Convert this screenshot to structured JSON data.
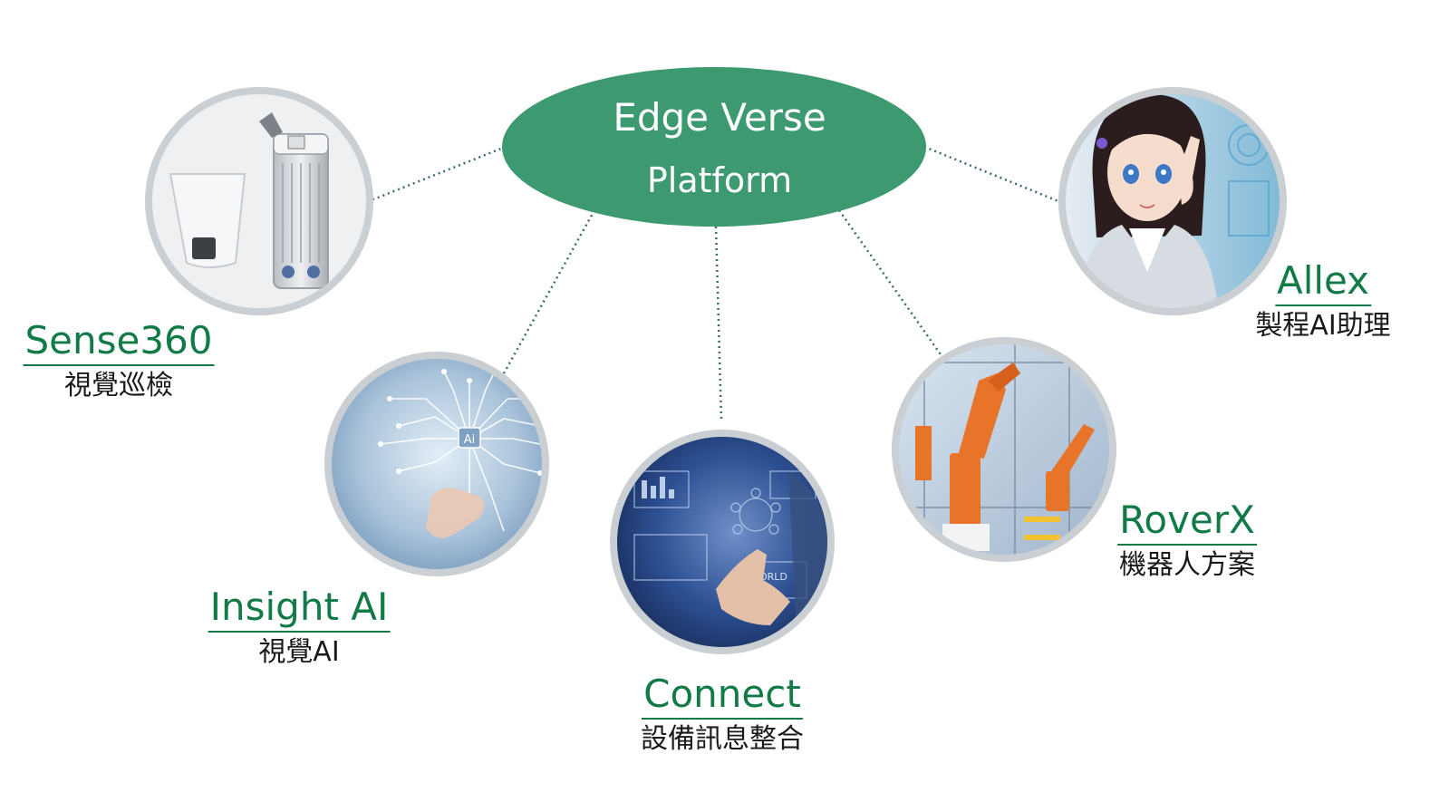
{
  "hub": {
    "title": "Edge Verse",
    "subtitle": "Platform"
  },
  "nodes": [
    {
      "id": "sense360",
      "name": "Sense360",
      "subtitle": "視覺巡檢",
      "icon": "camera-device-image"
    },
    {
      "id": "insight-ai",
      "name": "Insight AI",
      "subtitle": "視覺AI",
      "icon": "ai-circuit-image"
    },
    {
      "id": "connect",
      "name": "Connect",
      "subtitle": "設備訊息整合",
      "icon": "data-network-image"
    },
    {
      "id": "roverx",
      "name": "RoverX",
      "subtitle": "機器人方案",
      "icon": "robot-arm-image"
    },
    {
      "id": "allex",
      "name": "Allex",
      "subtitle": "製程AI助理",
      "icon": "ai-assistant-avatar-image"
    }
  ],
  "circuit_chip_text": "Ai",
  "connect_image_text": "WORLD",
  "colors": {
    "hub_fill": "#3d9970",
    "label_green": "#127a47",
    "ring_gray": "#c9cfd3",
    "connector": "#3a6b75"
  }
}
